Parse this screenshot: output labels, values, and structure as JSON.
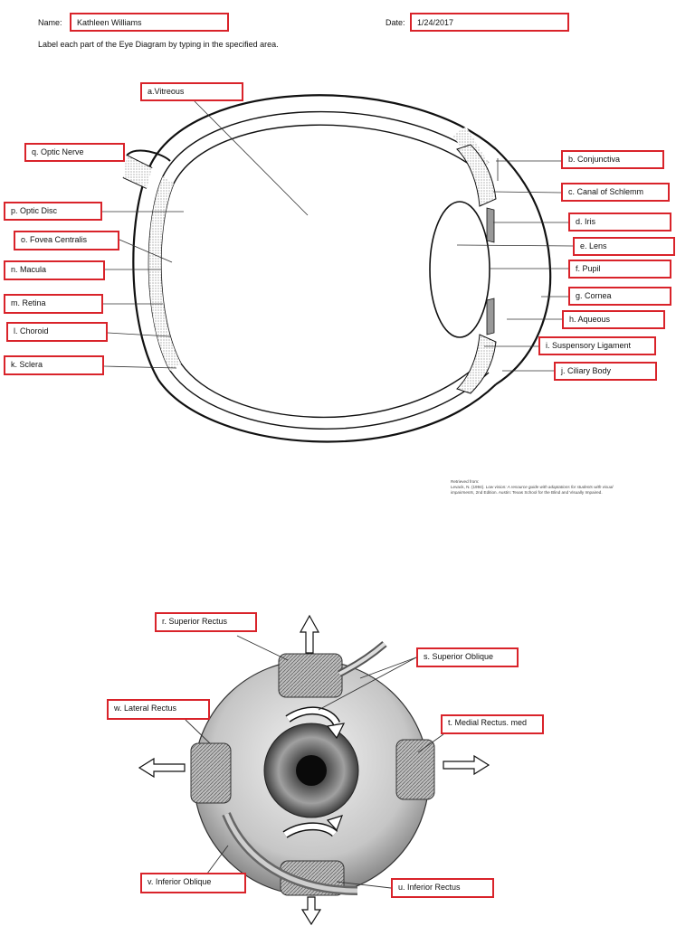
{
  "header": {
    "name_label": "Name:",
    "name_value": "Kathleen Williams",
    "date_label": "Date:",
    "date_value": "1/24/2017",
    "instructions": "Label each part of the Eye Diagram by typing in the specified area."
  },
  "diagram1": {
    "labels": {
      "a": "a.Vitreous",
      "b": "b. Conjunctiva",
      "c": "c. Canal of Schlemm",
      "d": "d.  Iris",
      "e": "e.  Lens",
      "f": "f.  Pupil",
      "g": "g.  Cornea",
      "h": "h.  Aqueous",
      "i": "i.  Suspensory Ligament",
      "j": "j.  Ciliary Body",
      "k": "k.  Sclera",
      "l": "l.  Choroid",
      "m": "m.  Retina",
      "n": "n.  Macula",
      "o": "o.  Fovea Centralis",
      "p": "p.  Optic Disc",
      "q": "q.  Optic Nerve"
    },
    "citation": {
      "retrieved": "Retrieved from:",
      "author": "Levack, N. (1994). ",
      "title": "Low vision: A resource guide with adaptations for students with visual impairments",
      "rest": ", 2nd Edition. Austin: Texas School for the Blind and Visually Impaired."
    }
  },
  "diagram2": {
    "labels": {
      "r": "r.  Superior Rectus",
      "s": "s.  Superior Oblique",
      "t": "t.   Medial Rectus. med",
      "u": "u. Inferior Rectus",
      "v": "v.  Inferior Oblique",
      "w": "w. Lateral Rectus"
    }
  }
}
